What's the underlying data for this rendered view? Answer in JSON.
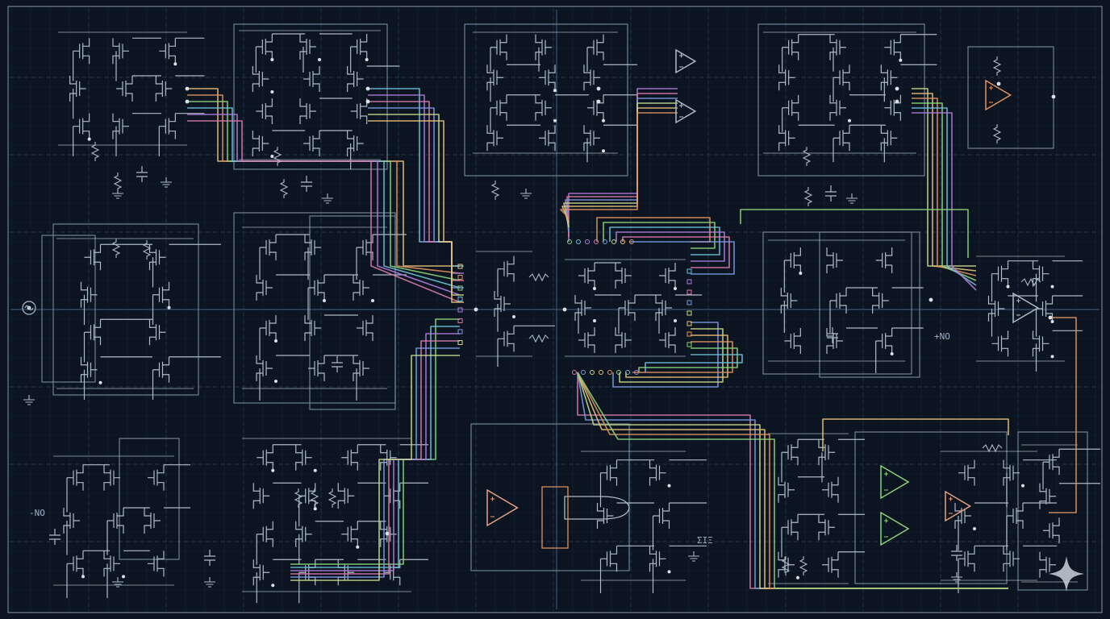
{
  "labels": {
    "input_left": "-NO",
    "input_right": "+NO",
    "output_label": "ΣΙΞ"
  },
  "colors": {
    "background": "#0b1420",
    "grid_major": "#1f3550",
    "grid_minor": "#142538",
    "frame": "#6f8296",
    "circuit": "#aebbc7",
    "node": "#d9e2ea",
    "bus_palette": [
      "#e8c27a",
      "#e0925e",
      "#8ad47a",
      "#6ec0d8",
      "#b07ad8",
      "#d87aa8",
      "#7a9ae0",
      "#c8d88a"
    ]
  },
  "icons": [
    "ac-source-icon",
    "ground-icon",
    "resistor-icon",
    "capacitor-icon",
    "transistor-icon",
    "op-amp-icon",
    "logic-gate-icon",
    "sparkle-icon"
  ]
}
